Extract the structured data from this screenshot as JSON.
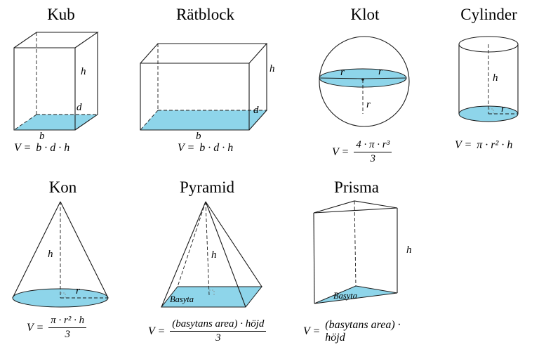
{
  "page": {
    "background": "#ffffff"
  },
  "colors": {
    "face_fill": "#8ed5ea",
    "line": "#1a1a1a"
  },
  "figures": {
    "kub": {
      "title": "Kub",
      "labels": {
        "h": "h",
        "d": "d",
        "b": "b"
      },
      "formula": {
        "lhs": "V =",
        "rhs": "b · d · h"
      }
    },
    "ratblock": {
      "title": "Rätblock",
      "labels": {
        "h": "h",
        "d": "d",
        "b": "b"
      },
      "formula": {
        "lhs": "V =",
        "rhs": "b · d · h"
      }
    },
    "klot": {
      "title": "Klot",
      "labels": {
        "r_left": "r",
        "r_right": "r",
        "r_down": "r"
      },
      "formula": {
        "lhs": "V =",
        "num": "4 · π · r³",
        "den": "3"
      }
    },
    "cylinder": {
      "title": "Cylinder",
      "labels": {
        "h": "h",
        "r": "r"
      },
      "formula": {
        "lhs": "V =",
        "rhs": "π · r² · h"
      }
    },
    "kon": {
      "title": "Kon",
      "labels": {
        "h": "h",
        "r": "r"
      },
      "formula": {
        "lhs": "V =",
        "num": "π · r² · h",
        "den": "3"
      }
    },
    "pyramid": {
      "title": "Pyramid",
      "labels": {
        "h": "h",
        "base": "Basyta"
      },
      "formula": {
        "lhs": "V =",
        "num": "(basytans area) · höjd",
        "den": "3"
      }
    },
    "prisma": {
      "title": "Prisma",
      "labels": {
        "h": "h",
        "base": "Basyta"
      },
      "formula": {
        "lhs": "V =",
        "rhs": "(basytans area) · höjd"
      }
    }
  }
}
